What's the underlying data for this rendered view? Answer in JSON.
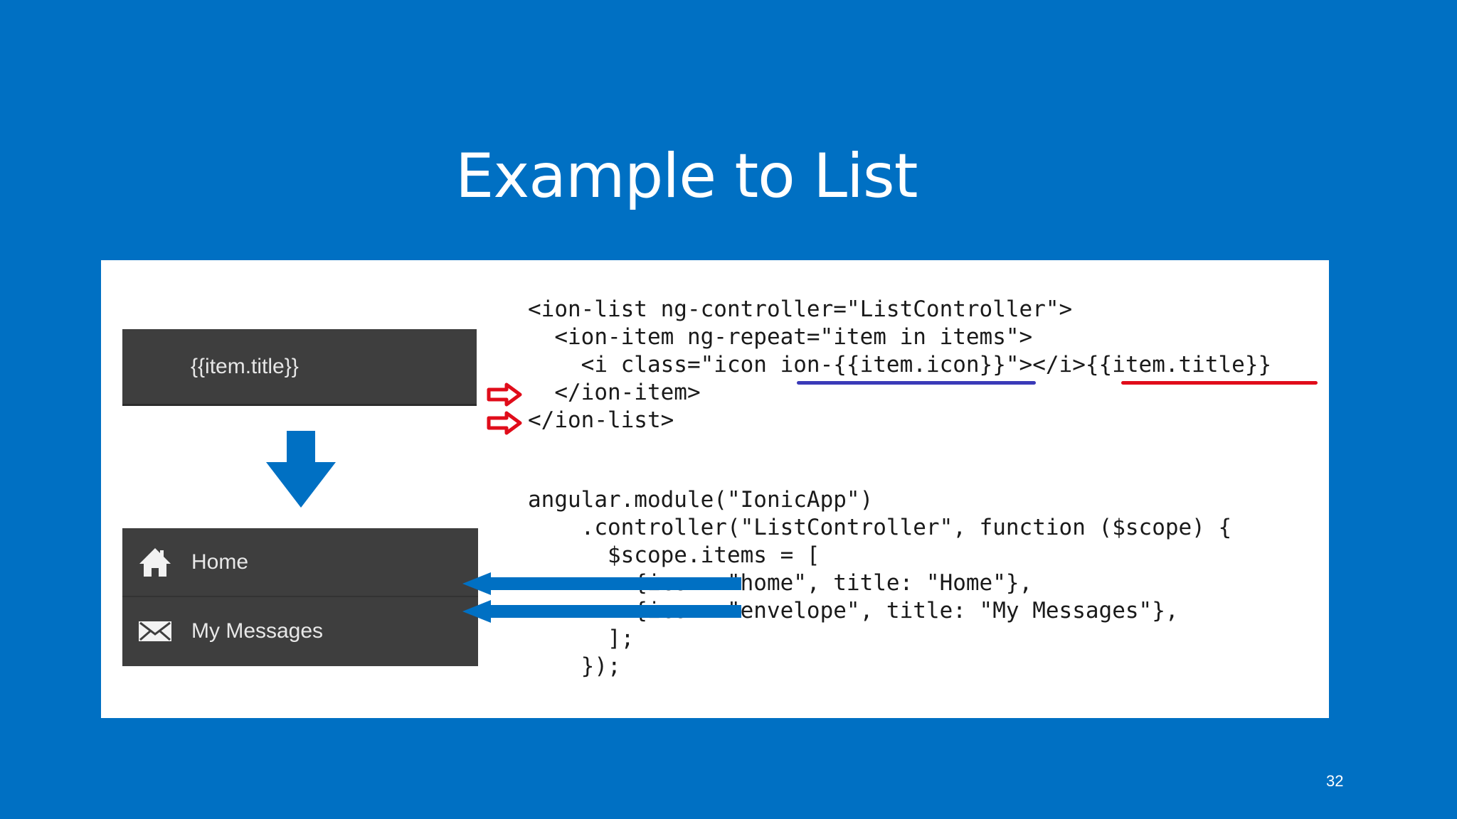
{
  "slide": {
    "title": "Example to List",
    "page_number": "32"
  },
  "colors": {
    "background": "#0070C3",
    "bar": "#3e3e3e",
    "accent_blue": "#0070C3",
    "underline_blue": "#3a3ab8",
    "underline_red": "#e00c1a",
    "red_arrow": "#e00c1a"
  },
  "figure": {
    "template_bar_label": "{{item.title}}",
    "list": [
      {
        "icon": "home-icon",
        "label": "Home"
      },
      {
        "icon": "envelope-icon",
        "label": "My Messages"
      }
    ],
    "code_html": [
      "<ion-list ng-controller=\"ListController\">",
      "  <ion-item ng-repeat=\"item in items\">",
      "    <i class=\"icon ion-{{item.icon}}\"></i>{{item.title}}",
      "  </ion-item>",
      "</ion-list>"
    ],
    "code_js": [
      "angular.module(\"IonicApp\")",
      "    .controller(\"ListController\", function ($scope) {",
      "      $scope.items = [",
      "        {icon: \"home\", title: \"Home\"},",
      "        {icon: \"envelope\", title: \"My Messages\"},",
      "      ];",
      "    });"
    ]
  }
}
